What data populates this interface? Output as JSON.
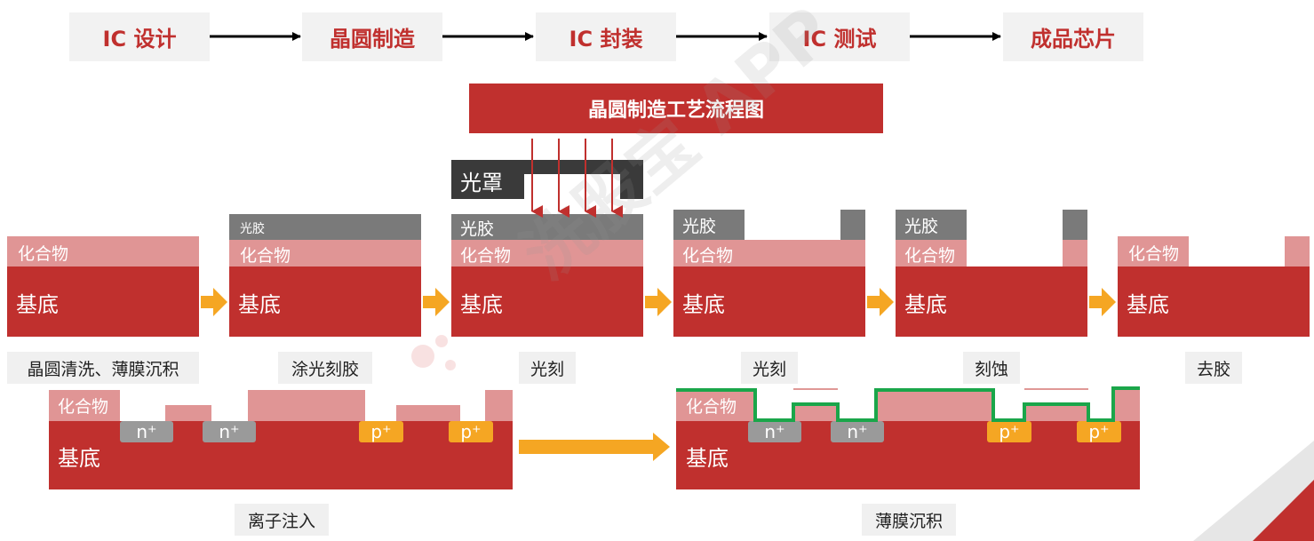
{
  "process_steps": [
    "IC 设计",
    "晶圆制造",
    "IC 封装",
    "IC 测试",
    "成品芯片"
  ],
  "title": "晶圆制造工艺流程图",
  "mask_label": "光罩",
  "layers": {
    "photoresist": "光胶",
    "compound": "化合物",
    "substrate": "基底",
    "n_plus": "n⁺",
    "p_plus": "p⁺"
  },
  "captions": [
    "晶圆清洗、薄膜沉积",
    "涂光刻胶",
    "光刻",
    "光刻",
    "刻蚀",
    "去胶",
    "离子注入",
    "薄膜沉积"
  ],
  "watermark": "洗股宝 APP",
  "colors": {
    "accent_red": "#c0302e",
    "compound_pink": "#e09595",
    "photoresist_gray": "#7a7a7a",
    "arrow_orange": "#f5a623",
    "film_green": "#1aa64a",
    "n_region": "#9a9a9a",
    "p_region": "#f5a623"
  }
}
